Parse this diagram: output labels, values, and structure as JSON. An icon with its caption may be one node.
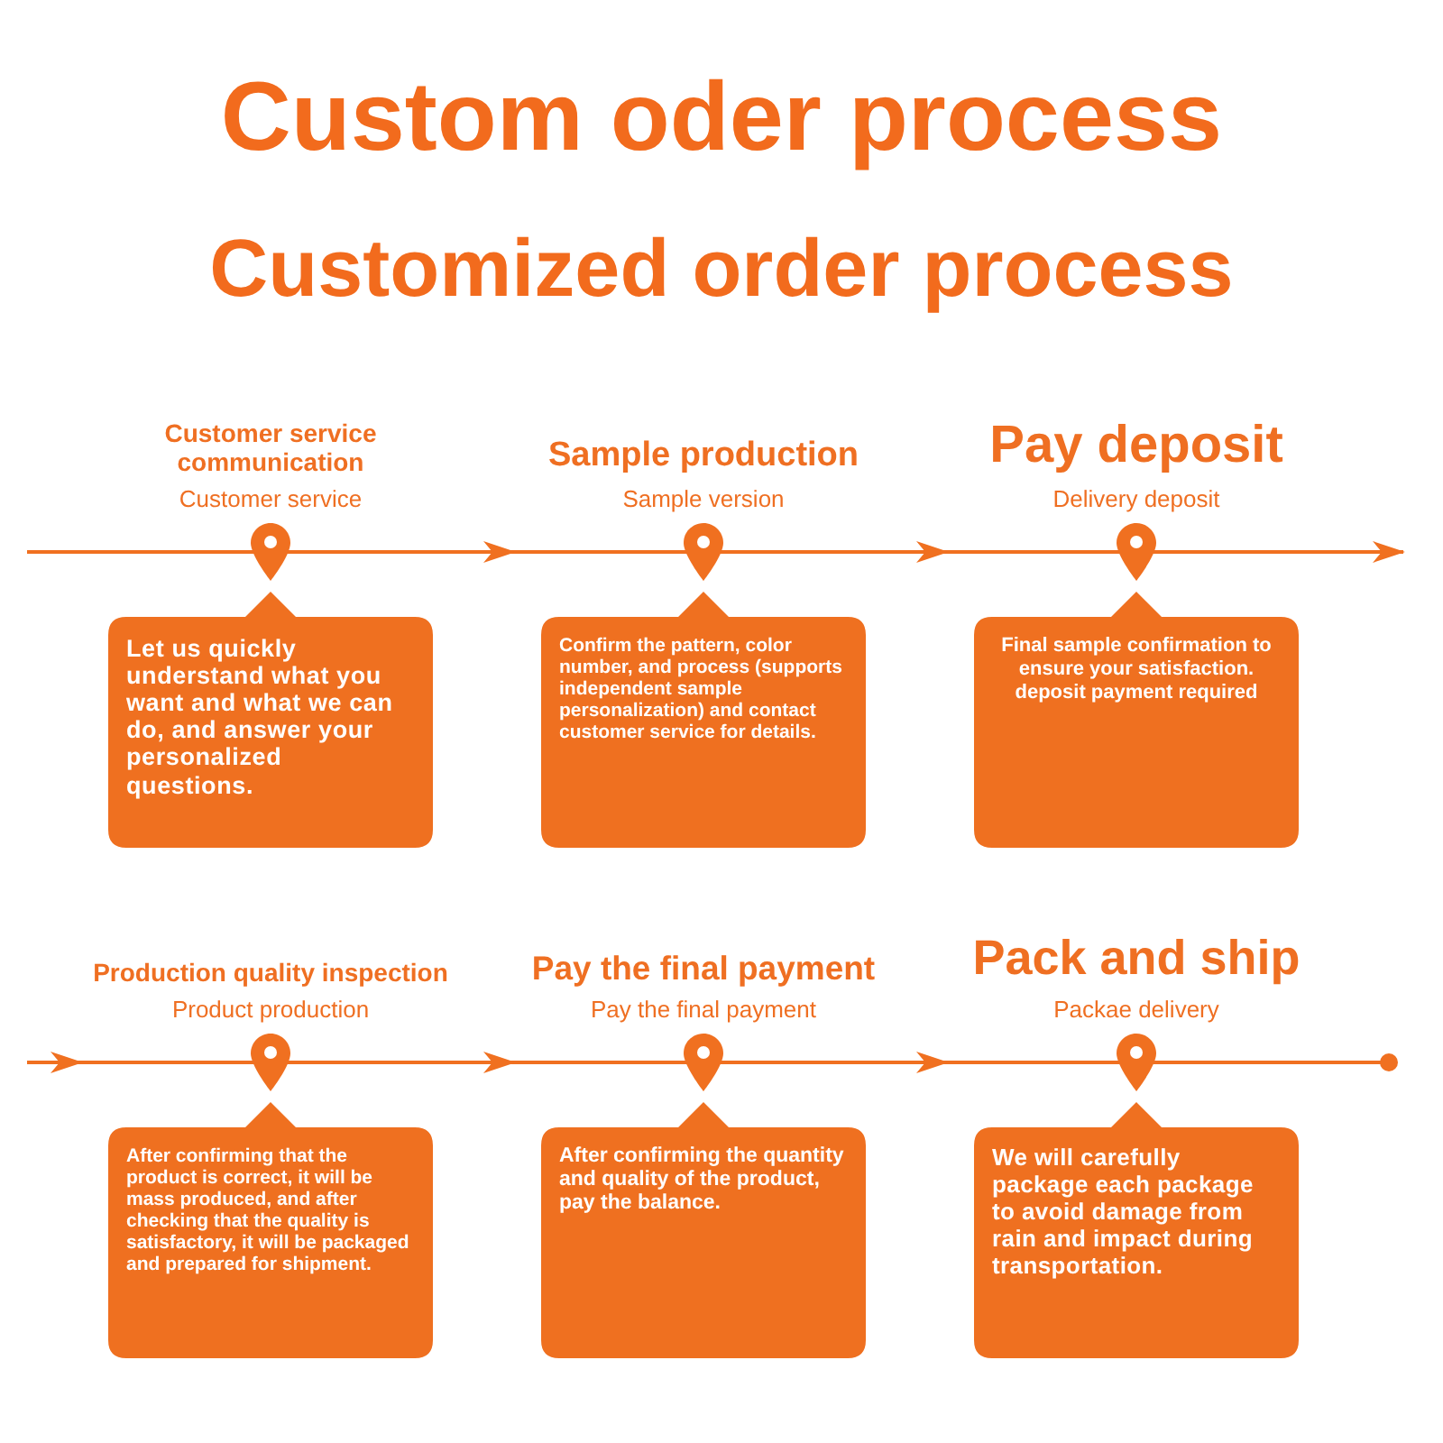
{
  "diagram": {
    "title": "Custom oder process",
    "nodes": [
      {
        "text": [
          "Customer service communication",
          "Customer service",
          "Let us quickly understand what you want and what we can do, and answer your personalized questions."
        ]
      },
      {
        "text": [
          "Sample production",
          "Sample version",
          "Confirm the pattern, color number, and process (supports independent sample personalization) and contact customer service for details."
        ]
      },
      {
        "text": [
          "Pay deposit",
          "Delivery deposit",
          "Final sample confirmation to ensure your satisfaction. deposit payment required"
        ]
      },
      {
        "text": [
          "Production quality inspection",
          "Product production",
          "After confirming that the product is correct, it will be mass produced, and after checking that the quality is satisfactory, it will be packaged and prepared for shipment."
        ]
      },
      {
        "text": [
          "Pay the final payment",
          "Pay the final payment",
          "After confirming the quantity and quality of the product, pay the balance."
        ]
      },
      {
        "text": [
          "Pack and ship",
          "Packae delivery",
          "We will carefully package each package to avoid damage from rain and impact during transportation."
        ]
      }
    ],
    "edges": [
      {
        "from": null,
        "to": 0,
        "arrow": "none"
      },
      {
        "from": 0,
        "to": 1,
        "arrow": "to"
      },
      {
        "from": 1,
        "to": 2,
        "arrow": "to"
      },
      {
        "from": 2,
        "to": null,
        "arrow": "to"
      },
      {
        "from": null,
        "to": 3,
        "arrow": "to"
      },
      {
        "from": 3,
        "to": 4,
        "arrow": "to"
      },
      {
        "from": 4,
        "to": 5,
        "arrow": "to"
      },
      {
        "from": 5,
        "to": null,
        "arrow": "other"
      }
    ],
    "labels": [
      "Customized order process"
    ]
  }
}
